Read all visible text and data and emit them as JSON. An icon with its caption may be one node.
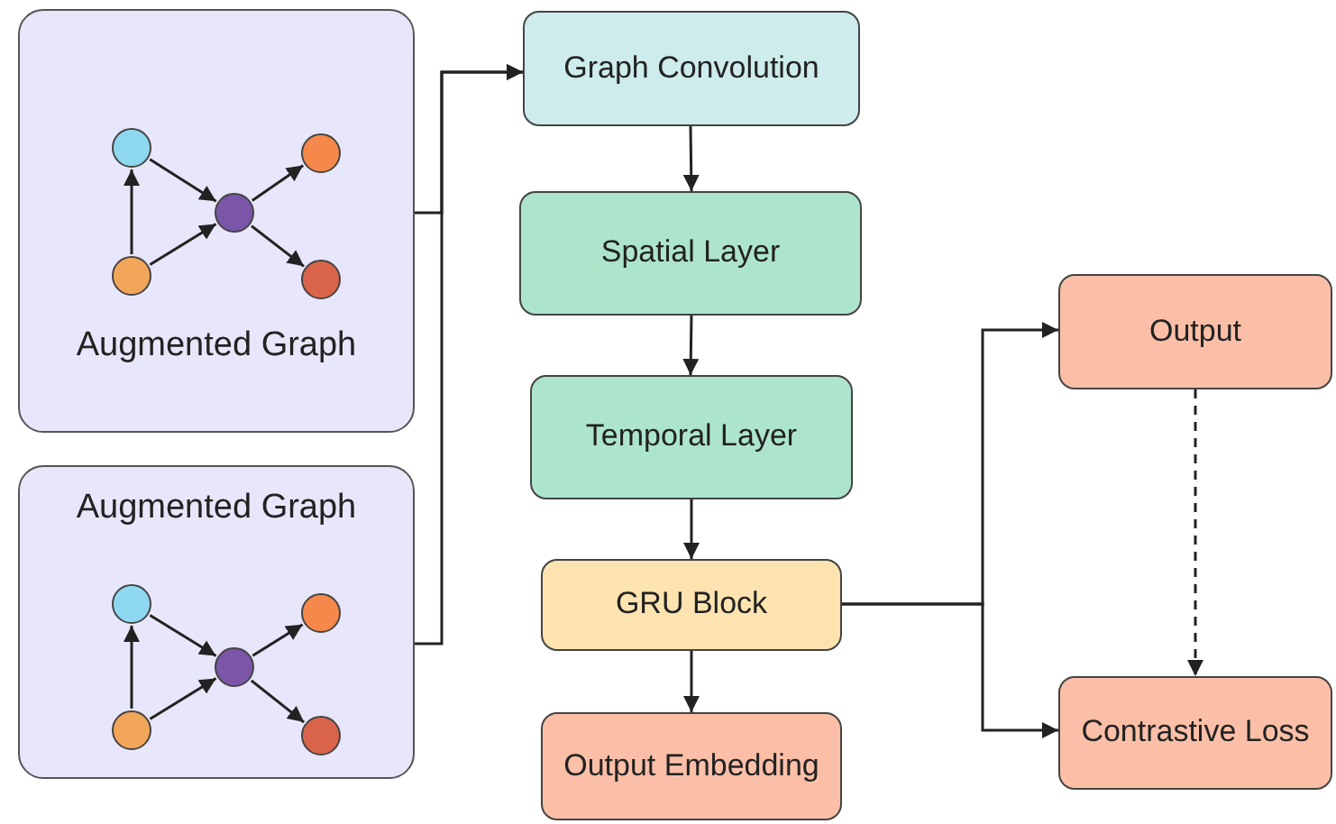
{
  "diagram": {
    "nodes": [
      {
        "text": [
          "Augmented Graph"
        ]
      },
      {
        "text": [],
        "shape": "circle",
        "in": 0
      },
      {
        "text": [],
        "shape": "circle",
        "in": 0
      },
      {
        "text": [],
        "shape": "circle",
        "in": 0
      },
      {
        "text": [],
        "shape": "circle",
        "in": 0
      },
      {
        "text": [],
        "shape": "circle",
        "in": 0
      },
      {
        "text": [
          "Augmented Graph"
        ]
      },
      {
        "text": [],
        "shape": "circle",
        "in": 6
      },
      {
        "text": [],
        "shape": "circle",
        "in": 6
      },
      {
        "text": [],
        "shape": "circle",
        "in": 6
      },
      {
        "text": [],
        "shape": "circle",
        "in": 6
      },
      {
        "text": [],
        "shape": "circle",
        "in": 6
      },
      {
        "text": [
          "Graph Convolution"
        ]
      },
      {
        "text": [
          "Spatial Layer"
        ]
      },
      {
        "text": [
          "Temporal Layer"
        ]
      },
      {
        "text": [
          "GRU Block"
        ]
      },
      {
        "text": [
          "Output Embedding"
        ]
      },
      {
        "text": [
          "Output"
        ]
      },
      {
        "text": [
          "Contrastive Loss"
        ]
      }
    ],
    "edges": [
      {
        "from": 2,
        "to": 1,
        "arrow": "to"
      },
      {
        "from": 1,
        "to": 3,
        "arrow": "to"
      },
      {
        "from": 2,
        "to": 3,
        "arrow": "to"
      },
      {
        "from": 3,
        "to": 4,
        "arrow": "to"
      },
      {
        "from": 3,
        "to": 5,
        "arrow": "to"
      },
      {
        "from": 8,
        "to": 7,
        "arrow": "to"
      },
      {
        "from": 7,
        "to": 9,
        "arrow": "to"
      },
      {
        "from": 8,
        "to": 9,
        "arrow": "to"
      },
      {
        "from": 9,
        "to": 10,
        "arrow": "to"
      },
      {
        "from": 9,
        "to": 11,
        "arrow": "to"
      },
      {
        "from": 0,
        "to": 12,
        "arrow": "to"
      },
      {
        "from": 6,
        "to": 12,
        "arrow": "to"
      },
      {
        "from": 12,
        "to": 13,
        "arrow": "to"
      },
      {
        "from": 13,
        "to": 14,
        "arrow": "to"
      },
      {
        "from": 14,
        "to": 15,
        "arrow": "to"
      },
      {
        "from": 15,
        "to": 16,
        "arrow": "to"
      },
      {
        "from": 15,
        "to": 17,
        "arrow": "to"
      },
      {
        "from": 15,
        "to": 18,
        "arrow": "to"
      },
      {
        "from": 17,
        "to": 18,
        "arrow": "to",
        "style": "dashed"
      }
    ]
  }
}
